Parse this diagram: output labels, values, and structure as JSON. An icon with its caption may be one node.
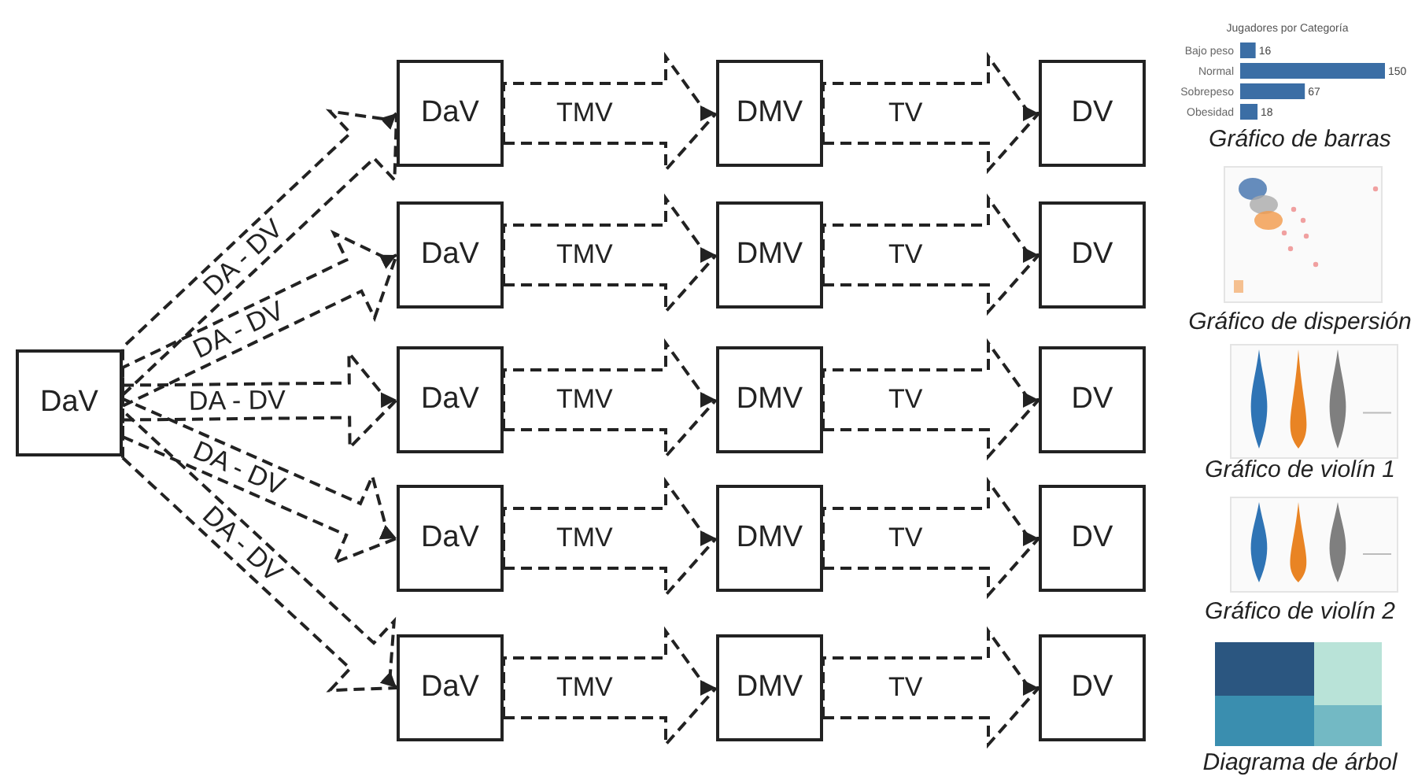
{
  "diagram": {
    "nodes": [
      {
        "text": [
          "DaV"
        ]
      },
      {
        "text": [
          "DaV"
        ]
      },
      {
        "text": [
          "DMV"
        ]
      },
      {
        "text": [
          "DV"
        ]
      },
      {
        "text": [
          "DaV"
        ]
      },
      {
        "text": [
          "DMV"
        ]
      },
      {
        "text": [
          "DV"
        ]
      },
      {
        "text": [
          "DaV"
        ]
      },
      {
        "text": [
          "DMV"
        ]
      },
      {
        "text": [
          "DV"
        ]
      },
      {
        "text": [
          "DaV"
        ]
      },
      {
        "text": [
          "DMV"
        ]
      },
      {
        "text": [
          "DV"
        ]
      },
      {
        "text": [
          "DaV"
        ]
      },
      {
        "text": [
          "DMV"
        ]
      },
      {
        "text": [
          "DV"
        ]
      }
    ],
    "edges": [
      {
        "from": 0,
        "to": 1,
        "arrow": "to",
        "label": "DA - DV",
        "style": "dashed"
      },
      {
        "from": 1,
        "to": 2,
        "arrow": "to",
        "label": "TMV",
        "style": "dashed"
      },
      {
        "from": 2,
        "to": 3,
        "arrow": "to",
        "label": "TV",
        "style": "dashed"
      },
      {
        "from": 0,
        "to": 4,
        "arrow": "to",
        "label": "DA - DV",
        "style": "dashed"
      },
      {
        "from": 4,
        "to": 5,
        "arrow": "to",
        "label": "TMV",
        "style": "dashed"
      },
      {
        "from": 5,
        "to": 6,
        "arrow": "to",
        "label": "TV",
        "style": "dashed"
      },
      {
        "from": 0,
        "to": 7,
        "arrow": "to",
        "label": "DA - DV",
        "style": "dashed"
      },
      {
        "from": 7,
        "to": 8,
        "arrow": "to",
        "label": "TMV",
        "style": "dashed"
      },
      {
        "from": 8,
        "to": 9,
        "arrow": "to",
        "label": "TV",
        "style": "dashed"
      },
      {
        "from": 0,
        "to": 10,
        "arrow": "to",
        "label": "DA - DV",
        "style": "dashed"
      },
      {
        "from": 10,
        "to": 11,
        "arrow": "to",
        "label": "TMV",
        "style": "dashed"
      },
      {
        "from": 11,
        "to": 12,
        "arrow": "to",
        "label": "TV",
        "style": "dashed"
      },
      {
        "from": 0,
        "to": 13,
        "arrow": "to",
        "label": "DA - DV",
        "style": "dashed"
      },
      {
        "from": 13,
        "to": 14,
        "arrow": "to",
        "label": "TMV",
        "style": "dashed"
      },
      {
        "from": 14,
        "to": 15,
        "arrow": "to",
        "label": "TV",
        "style": "dashed"
      }
    ],
    "labels": [
      "Gráfico de barras",
      "Gráfico de dispersión",
      "Gráfico de violín 1",
      "Gráfico de violín 2",
      "Diagrama de árbol"
    ],
    "chart_data": {
      "type": "bar",
      "orientation": "horizontal",
      "title": "Jugadores por Categoría",
      "categories": [
        "Bajo peso",
        "Normal",
        "Sobrepeso",
        "Obesidad"
      ],
      "series": [
        {
          "color": "#3b6ea5",
          "values": [
            16,
            150,
            67,
            18
          ]
        }
      ],
      "data_labels": true
    }
  }
}
